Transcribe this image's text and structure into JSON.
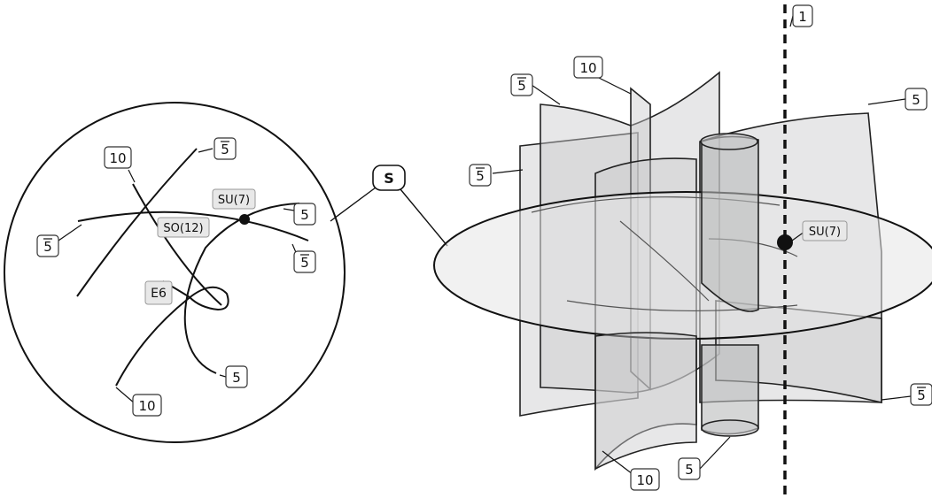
{
  "labels": {
    "s_point": "S",
    "rep_5": "5",
    "rep_5bar": "5",
    "rep_10": "10",
    "rep_1": "1",
    "group_su7": "SU(7)",
    "group_so12": "SO(12)",
    "group_e6": "E6"
  }
}
